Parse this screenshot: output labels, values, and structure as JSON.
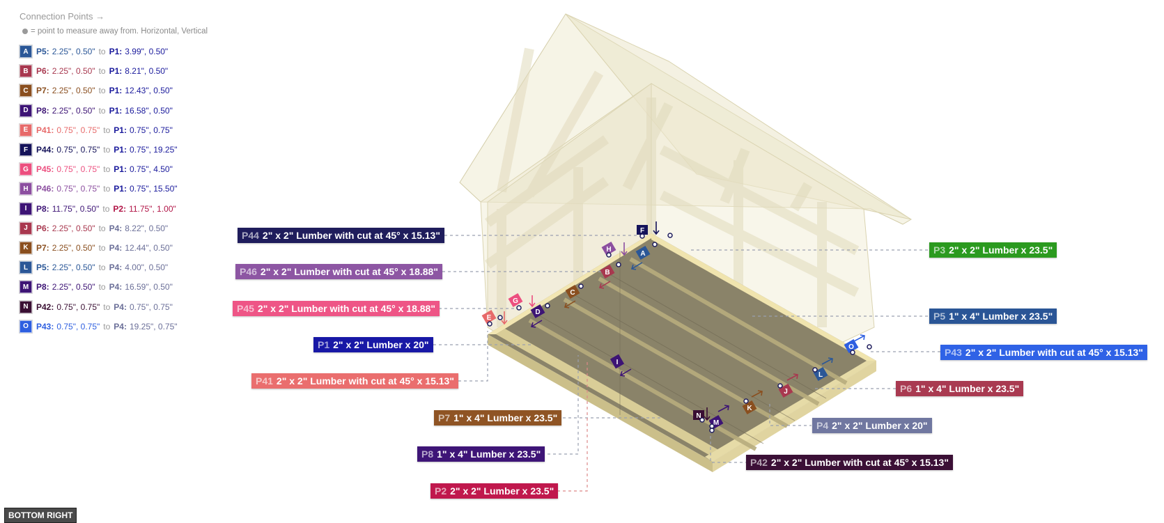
{
  "legend": {
    "title": "Connection Points →",
    "note": "= point to measure away from. Horizontal, Vertical",
    "connector": "to",
    "items": [
      {
        "letter": "A",
        "from": "P5:",
        "from_xy": "2.25\", 0.50\"",
        "to": "P1:",
        "to_xy": "3.99\", 0.50\"",
        "color": "#2b5797",
        "to_color": "#1a1a9c"
      },
      {
        "letter": "B",
        "from": "P6:",
        "from_xy": "2.25\", 0.50\"",
        "to": "P1:",
        "to_xy": "8.21\", 0.50\"",
        "color": "#a8384f",
        "to_color": "#1a1a9c"
      },
      {
        "letter": "C",
        "from": "P7:",
        "from_xy": "2.25\", 0.50\"",
        "to": "P1:",
        "to_xy": "12.43\", 0.50\"",
        "color": "#8a4f1f",
        "to_color": "#1a1a9c"
      },
      {
        "letter": "D",
        "from": "P8:",
        "from_xy": "2.25\", 0.50\"",
        "to": "P1:",
        "to_xy": "16.58\", 0.50\"",
        "color": "#3d1475",
        "to_color": "#1a1a9c"
      },
      {
        "letter": "E",
        "from": "P41:",
        "from_xy": "0.75\", 0.75\"",
        "to": "P1:",
        "to_xy": "0.75\", 0.75\"",
        "color": "#e76a6a",
        "to_color": "#1a1a9c"
      },
      {
        "letter": "F",
        "from": "P44:",
        "from_xy": "0.75\", 0.75\"",
        "to": "P1:",
        "to_xy": "0.75\", 19.25\"",
        "color": "#15135a",
        "to_color": "#1a1a9c"
      },
      {
        "letter": "G",
        "from": "P45:",
        "from_xy": "0.75\", 0.75\"",
        "to": "P1:",
        "to_xy": "0.75\", 4.50\"",
        "color": "#ec4f7f",
        "to_color": "#1a1a9c"
      },
      {
        "letter": "H",
        "from": "P46:",
        "from_xy": "0.75\", 0.75\"",
        "to": "P1:",
        "to_xy": "0.75\", 15.50\"",
        "color": "#8c4fa0",
        "to_color": "#1a1a9c"
      },
      {
        "letter": "I",
        "from": "P8:",
        "from_xy": "11.75\", 0.50\"",
        "to": "P2:",
        "to_xy": "11.75\", 1.00\"",
        "color": "#3d1475",
        "to_color": "#b11446"
      },
      {
        "letter": "J",
        "from": "P6:",
        "from_xy": "2.25\", 0.50\"",
        "to": "P4:",
        "to_xy": "8.22\", 0.50\"",
        "color": "#a8384f",
        "to_color": "#6b6f98"
      },
      {
        "letter": "K",
        "from": "P7:",
        "from_xy": "2.25\", 0.50\"",
        "to": "P4:",
        "to_xy": "12.44\", 0.50\"",
        "color": "#8a4f1f",
        "to_color": "#6b6f98"
      },
      {
        "letter": "L",
        "from": "P5:",
        "from_xy": "2.25\", 0.50\"",
        "to": "P4:",
        "to_xy": "4.00\", 0.50\"",
        "color": "#2b5797",
        "to_color": "#6b6f98"
      },
      {
        "letter": "M",
        "from": "P8:",
        "from_xy": "2.25\", 0.50\"",
        "to": "P4:",
        "to_xy": "16.59\", 0.50\"",
        "color": "#3d1475",
        "to_color": "#6b6f98"
      },
      {
        "letter": "N",
        "from": "P42:",
        "from_xy": "0.75\", 0.75\"",
        "to": "P4:",
        "to_xy": "0.75\", 0.75\"",
        "color": "#3a0f33",
        "to_color": "#6b6f98"
      },
      {
        "letter": "O",
        "from": "P43:",
        "from_xy": "0.75\", 0.75\"",
        "to": "P4:",
        "to_xy": "19.25\", 0.75\"",
        "color": "#2e5fe0",
        "to_color": "#6b6f98"
      }
    ]
  },
  "parts": [
    {
      "id": "P44",
      "desc": "2\" x 2\" Lumber with cut at 45° x 15.13\"",
      "color": "#1f1d5c"
    },
    {
      "id": "P46",
      "desc": "2\" x 2\" Lumber with cut at 45° x 18.88\"",
      "color": "#8d56a3"
    },
    {
      "id": "P45",
      "desc": "2\" x 2\" Lumber with cut at 45° x 18.88\"",
      "color": "#ee5586"
    },
    {
      "id": "P1",
      "desc": "2\" x 2\" Lumber x 20\"",
      "color": "#1818a6"
    },
    {
      "id": "P41",
      "desc": "2\" x 2\" Lumber with cut at 45° x 15.13\"",
      "color": "#ea6e6e"
    },
    {
      "id": "P7",
      "desc": "1\" x 4\" Lumber  x 23.5\"",
      "color": "#8f5424"
    },
    {
      "id": "P8",
      "desc": "1\" x 4\" Lumber  x 23.5\"",
      "color": "#3e1577"
    },
    {
      "id": "P2",
      "desc": "2\" x 2\" Lumber x 23.5\"",
      "color": "#c0184d"
    },
    {
      "id": "P3",
      "desc": "2\" x 2\" Lumber x 23.5\"",
      "color": "#2b9a1f"
    },
    {
      "id": "P5",
      "desc": "1\" x 4\" Lumber  x 23.5\"",
      "color": "#2a5596"
    },
    {
      "id": "P43",
      "desc": "2\" x 2\" Lumber with cut at 45° x 15.13\"",
      "color": "#2f62e6"
    },
    {
      "id": "P6",
      "desc": "1\" x 4\" Lumber  x 23.5\"",
      "color": "#a93a51"
    },
    {
      "id": "P4",
      "desc": "2\" x 2\" Lumber x 20\"",
      "color": "#7077a0"
    },
    {
      "id": "P42",
      "desc": "2\" x 2\" Lumber with cut at 45° x 15.13\"",
      "color": "#3b1036"
    }
  ],
  "view_label": "BOTTOM RIGHT"
}
